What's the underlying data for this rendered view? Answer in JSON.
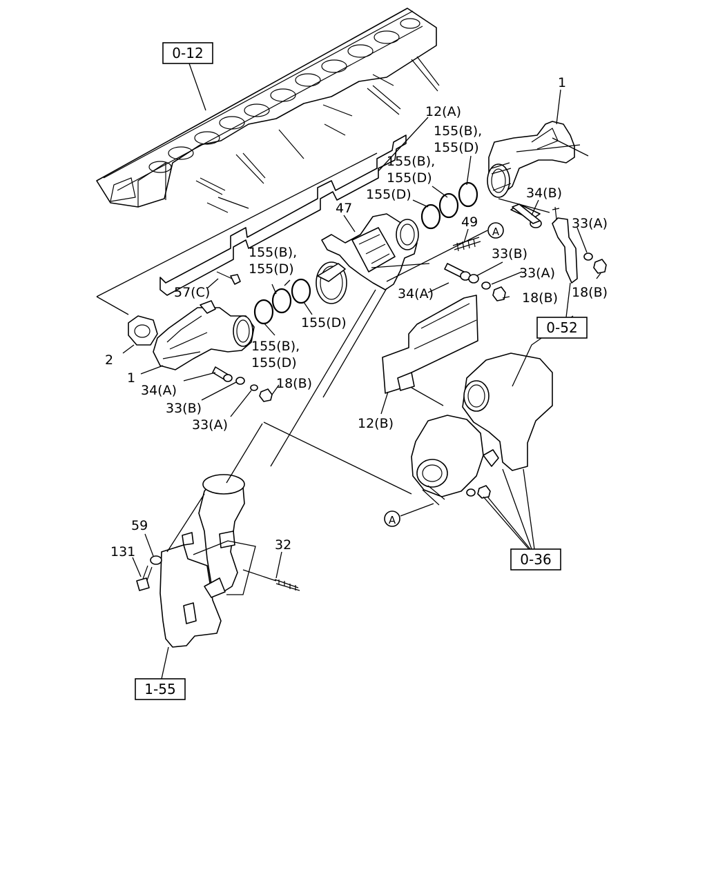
{
  "ref_boxes": {
    "b012": "0-12",
    "b052": "0-52",
    "b036": "0-36",
    "b155": "1-55"
  },
  "callouts": {
    "c_a_top": "A",
    "c_a_bottom": "A"
  },
  "labels": {
    "l1_top": "1",
    "l12a": "12(A)",
    "l155bd_1a": "155(B),",
    "l155bd_1b": "155(D)",
    "l155bd_2a": "155(B),",
    "l155bd_2b": "155(D)",
    "l155d_3": "155(D)",
    "l47": "47",
    "l49": "49",
    "l34b": "34(B)",
    "l33a_r": "33(A)",
    "l155bd_4a": "155(B),",
    "l155bd_4b": "155(D)",
    "l33b_r": "33(B)",
    "l33a_r2": "33(A)",
    "l57c": "57(C)",
    "l34a_r": "34(A)",
    "l18b_r": "18(B)",
    "l18b_r2": "18(B)",
    "l155d_5": "155(D)",
    "l155bd_6a": "155(B),",
    "l155bd_6b": "155(D)",
    "l2": "2",
    "l1_left": "1",
    "l34a_l": "34(A)",
    "l18b_l": "18(B)",
    "l33b_l": "33(B)",
    "l33a_l": "33(A)",
    "l12b": "12(B)",
    "l59": "59",
    "l131": "131",
    "l32": "32"
  }
}
